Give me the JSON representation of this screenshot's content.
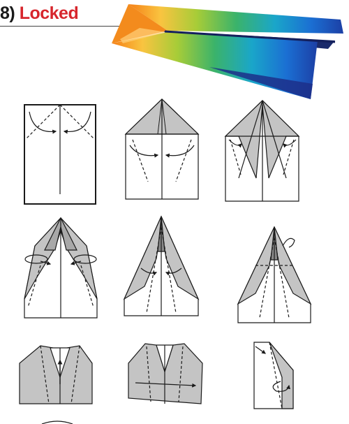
{
  "header": {
    "number": "8)",
    "title": "Locked"
  },
  "colors": {
    "title_red": "#d7262d",
    "paper_fill": "#c4c4c4",
    "line": "#1a1a1a"
  },
  "diagram": {
    "steps_visible": 9,
    "rows": 3,
    "illustration": "paper-plane-gradient"
  }
}
